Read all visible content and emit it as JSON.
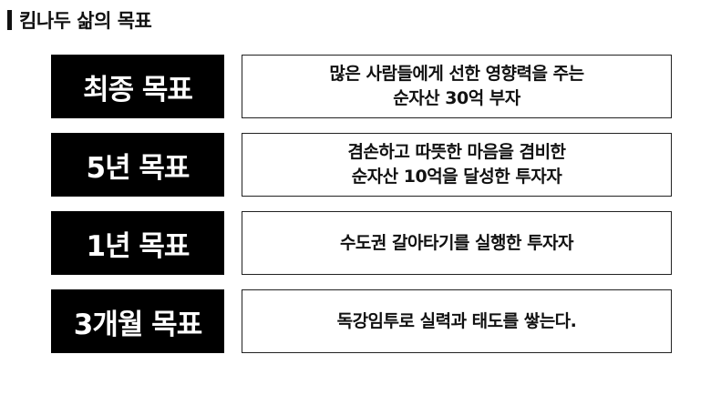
{
  "header": {
    "title": "킴나두 삶의 목표"
  },
  "goals": [
    {
      "label": "최종 목표",
      "lines": [
        "많은 사람들에게 선한 영향력을 주는",
        "순자산 30억 부자"
      ]
    },
    {
      "label": "5년 목표",
      "lines": [
        "겸손하고 따뜻한 마음을 겸비한",
        "순자산 10억을 달성한 투자자"
      ]
    },
    {
      "label": "1년 목표",
      "lines": [
        "수도권 갈아타기를 실행한 투자자"
      ]
    },
    {
      "label": "3개월 목표",
      "lines": [
        "독강임투로 실력과 태도를 쌓는다."
      ]
    }
  ]
}
